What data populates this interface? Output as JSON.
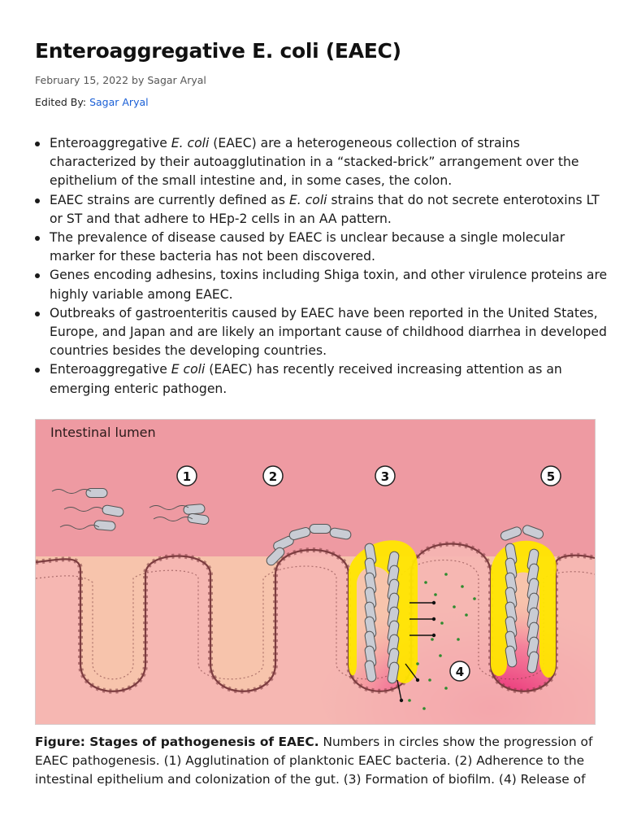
{
  "article": {
    "title": "Enteroaggregative E. coli (EAEC)",
    "date": "February 15, 2022",
    "by_word": "by",
    "author": "Sagar Aryal",
    "edited_label": "Edited By:",
    "editor": "Sagar Aryal"
  },
  "bullets": [
    {
      "pre": "Enteroaggregative ",
      "em": "E.  coli",
      "post": " (EAEC) are a heterogeneous collection of strains characterized by their autoagglutination in a “stacked-brick” arrangement over the epithelium of the small intestine and, in some cases, the colon."
    },
    {
      "pre": "EAEC strains are currently defined as  ",
      "em": "E. coli",
      "post": " strains that do not secrete enterotoxins LT or ST and that adhere to HEp-2 cells in an AA pattern."
    },
    {
      "pre": "The prevalence of disease caused by EAEC is unclear because a single molecular marker for these bacteria has not been discovered.",
      "em": "",
      "post": ""
    },
    {
      "pre": "Genes encoding adhesins, toxins including Shiga toxin, and other virulence proteins are highly variable among EAEC.",
      "em": "",
      "post": ""
    },
    {
      "pre": "Outbreaks of gastroenteritis caused by EAEC have been reported in the United States, Europe, and Japan and are likely an important cause of childhood diarrhea in developed countries besides the developing countries.",
      "em": "",
      "post": ""
    },
    {
      "pre": "Enteroaggregative ",
      "em": "E coli",
      "post": " (EAEC) has recently received increasing attention as an emerging enteric pathogen."
    }
  ],
  "figure": {
    "lumen_label": "Intestinal lumen",
    "stage_labels": [
      "1",
      "2",
      "3",
      "4",
      "5"
    ],
    "colors": {
      "lumen": "#ee9aa2",
      "tissue": "#f7c4ac",
      "villus_fill": "#f5b6b2",
      "membrane": "#7d3d40",
      "biofilm": "#ffe600",
      "bacterium": "#c9ccd4",
      "inflammation": "#e5106a",
      "toxin": "#2e8b2e"
    }
  },
  "caption": {
    "bold": "Figure: Stages of pathogenesis of EAEC.",
    "text": " Numbers in circles show the progression of EAEC pathogenesis. (1) Agglutination of planktonic EAEC bacteria. (2) Adherence to the intestinal epithelium and colonization of the gut. (3) Formation of biofilm. (4) Release of"
  }
}
